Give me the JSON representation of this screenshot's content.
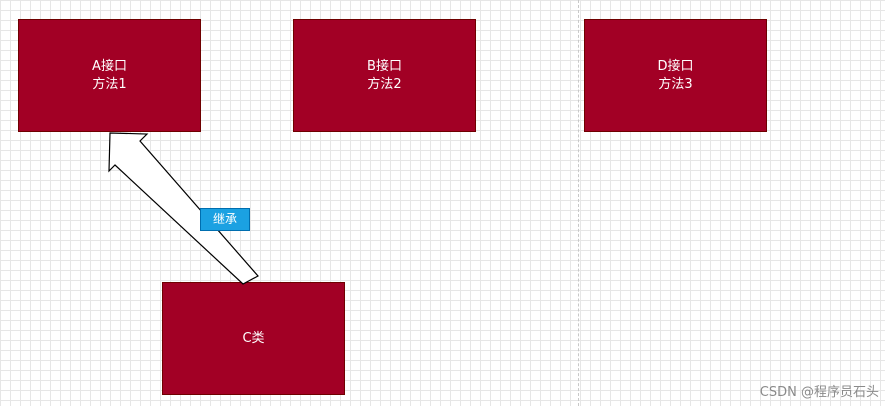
{
  "nodes": {
    "a": {
      "line1": "A接口",
      "line2": "方法1"
    },
    "b": {
      "line1": "B接口",
      "line2": "方法2"
    },
    "d": {
      "line1": "D接口",
      "line2": "方法3"
    },
    "c": {
      "line1": "C类"
    }
  },
  "edges": [
    {
      "from": "c",
      "to": "a",
      "label": "继承"
    }
  ],
  "watermark": "CSDN @程序员石头",
  "colors": {
    "node_fill": "#a20025",
    "node_stroke": "#6f0000",
    "label_fill": "#1ba1e2",
    "label_stroke": "#006eaf"
  }
}
